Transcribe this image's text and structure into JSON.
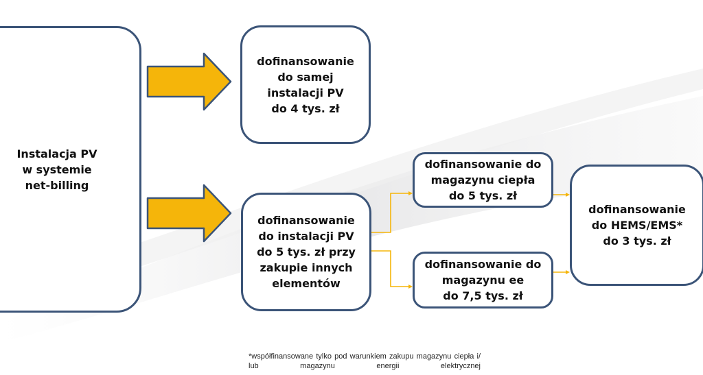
{
  "colors": {
    "box_border": "#3b5478",
    "arrow_fill": "#f5b50a",
    "arrow_stroke": "#3b5478",
    "connector": "#f5b50a"
  },
  "nodes": {
    "main": "Instalacja PV\nw systemie\n net-billing",
    "pv_only": "dofinansowanie\ndo samej\ninstalacji PV\ndo 4 tys. zł",
    "pv_combo": "dofinansowanie\ndo instalacji PV\ndo 5 tys. zł przy\nzakupie innych\nelementów",
    "heat_storage": "dofinansowanie do\nmagazynu ciepła\ndo 5 tys. zł",
    "energy_storage": "dofinansowanie do\nmagazynu ee\ndo 7,5 tys. zł",
    "hems": "dofinansowanie\ndo HEMS/EMS*\ndo 3 tys. zł"
  },
  "footnote": "*współfinansowane tylko pod warunkiem zakupu magazynu ciepła i/ lub magazynu energii elektrycznej"
}
